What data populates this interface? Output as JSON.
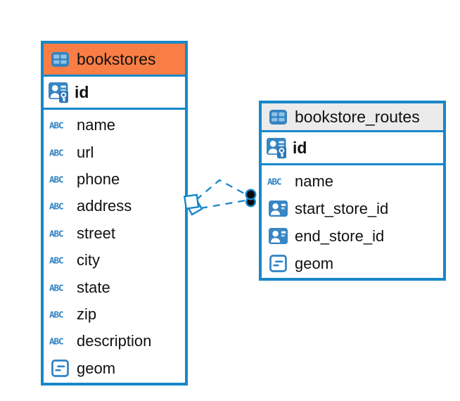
{
  "colors": {
    "accent_blue": "#1787C9",
    "header_orange": "#F97E45",
    "header_gray": "#EBEBEB",
    "icon_blue": "#3886C4",
    "icon_light_blue": "#9CC8E8",
    "text": "#111111",
    "endpoint_dot": "#0a0a0a"
  },
  "tables": [
    {
      "title": "bookstores",
      "header_style": "orange",
      "columns": [
        {
          "name": "id",
          "icon": "primary-key"
        },
        {
          "name": "name",
          "icon": "text"
        },
        {
          "name": "url",
          "icon": "text"
        },
        {
          "name": "phone",
          "icon": "text"
        },
        {
          "name": "address",
          "icon": "text"
        },
        {
          "name": "street",
          "icon": "text"
        },
        {
          "name": "city",
          "icon": "text"
        },
        {
          "name": "state",
          "icon": "text"
        },
        {
          "name": "zip",
          "icon": "text"
        },
        {
          "name": "description",
          "icon": "text"
        },
        {
          "name": "geom",
          "icon": "geometry"
        }
      ]
    },
    {
      "title": "bookstore_routes",
      "header_style": "gray",
      "columns": [
        {
          "name": "id",
          "icon": "primary-key"
        },
        {
          "name": "name",
          "icon": "text"
        },
        {
          "name": "start_store_id",
          "icon": "foreign-key"
        },
        {
          "name": "end_store_id",
          "icon": "foreign-key"
        },
        {
          "name": "geom",
          "icon": "geometry"
        }
      ]
    }
  ],
  "relationship": {
    "from": "bookstores",
    "to": "bookstore_routes",
    "line_style": "dashed",
    "line_count": 2
  },
  "icon_labels": {
    "text_type": "ABC"
  }
}
